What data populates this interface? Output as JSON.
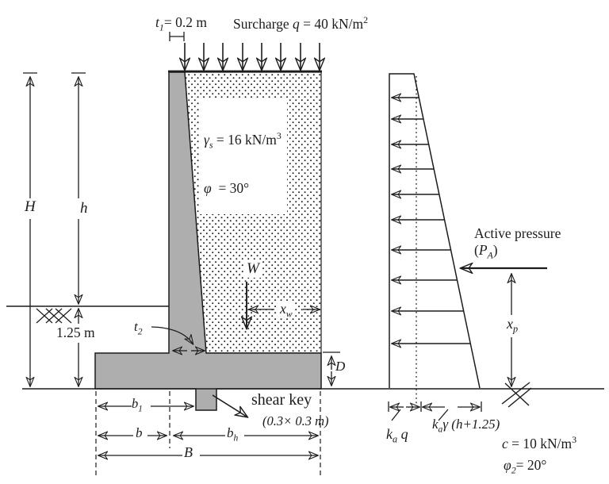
{
  "colors": {
    "wall_fill": "#aeaeae",
    "line": "#1c1c1c",
    "bg": "#ffffff"
  },
  "top": {
    "t1": {
      "v": "t",
      "sub": "1",
      "rest": "= 0.2 m"
    },
    "surcharge": {
      "word": "Surcharge ",
      "v": "q",
      "rest": " = 40 kN/m",
      "sup": "2"
    }
  },
  "soil": {
    "gamma": {
      "v": "γ",
      "sub": "s",
      "rest": " = 16 kN/m",
      "sup": "3"
    },
    "phi": {
      "v": "φ",
      "rest": "  = 30°"
    }
  },
  "left": {
    "H": "H",
    "h": "h",
    "depth": "1.25 m"
  },
  "wall": {
    "t2": {
      "v": "t",
      "sub": "2"
    },
    "W": "W",
    "xw": {
      "v": "x",
      "sub": "w"
    },
    "D": "D",
    "shear_key": "shear key",
    "shear_size": "(0.3× 0.3 m)"
  },
  "base_dims": {
    "b1": {
      "v": "b",
      "sub": "1"
    },
    "b": "b",
    "bh": {
      "v": "b",
      "sub": "h"
    },
    "B": "B"
  },
  "pressure": {
    "title": "Active pressure",
    "pa": {
      "open": "(",
      "v": "P",
      "sub": "A",
      "close": ")"
    },
    "xp": {
      "v": "x",
      "sub": "p"
    },
    "kaq": {
      "v": "k",
      "sub": "a",
      "rest": " q"
    },
    "kagh": {
      "v": "k",
      "sub": "a",
      "rest": "γ (h+1.25)"
    },
    "c": {
      "v": "c",
      "rest": " = 10 kN/m",
      "sup": "3"
    },
    "phi2": {
      "v": "φ",
      "sub": "2",
      "rest": "= 20°"
    }
  }
}
